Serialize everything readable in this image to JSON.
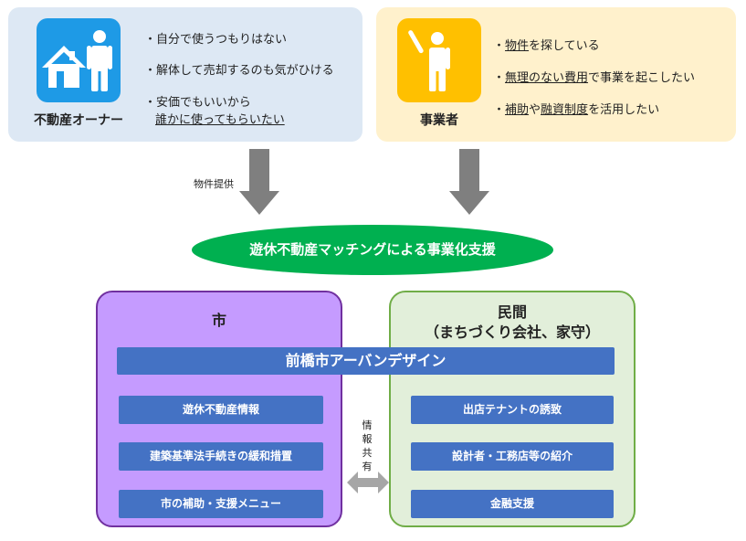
{
  "owner": {
    "label": "不動産オーナー",
    "bullets": [
      {
        "parts": [
          {
            "text": "・自分で使うつもりはない",
            "u": false
          }
        ]
      },
      {
        "parts": [
          {
            "text": "・解体して売却するのも気がひける",
            "u": false
          }
        ]
      },
      {
        "parts": [
          {
            "text": "・安価でもいいから",
            "u": false
          }
        ]
      },
      {
        "parts": [
          {
            "text": "誰かに使ってもらいたい",
            "u": true
          }
        ]
      }
    ]
  },
  "business": {
    "label": "事業者",
    "bullets": [
      {
        "parts": [
          {
            "text": "・",
            "u": false
          },
          {
            "text": "物件",
            "u": true
          },
          {
            "text": "を探している",
            "u": false
          }
        ]
      },
      {
        "parts": [
          {
            "text": "・",
            "u": false
          },
          {
            "text": "無理のない費用",
            "u": true
          },
          {
            "text": "で事業を起こしたい",
            "u": false
          }
        ]
      },
      {
        "parts": [
          {
            "text": "・",
            "u": false
          },
          {
            "text": "補助",
            "u": true
          },
          {
            "text": "や",
            "u": false
          },
          {
            "text": "融資制度",
            "u": true
          },
          {
            "text": "を活用したい",
            "u": false
          }
        ]
      }
    ]
  },
  "arrows": {
    "property_label": "物件提供",
    "info_share_label": [
      "情",
      "報",
      "共",
      "有"
    ]
  },
  "banner": {
    "text": "遊休不動産マッチングによる事業化支援"
  },
  "city": {
    "title": "市",
    "items": [
      "遊休不動産情報",
      "建築基準法手続きの緩和措置",
      "市の補助・支援メニュー"
    ]
  },
  "private": {
    "title_line1": "民間",
    "title_line2": "（まちづくり会社、家守）",
    "items": [
      "出店テナントの誘致",
      "設計者・工務店等の紹介",
      "金融支援"
    ]
  },
  "shared_bar": {
    "text": "前橋市アーバンデザイン"
  },
  "colors": {
    "owner_panel": "#dde8f4",
    "owner_icon": "#1e9ae6",
    "business_panel": "#fff1cc",
    "business_icon": "#ffc000",
    "arrow": "#7f7f7f",
    "banner": "#00b050",
    "city_fill": "#c59bff",
    "city_border": "#7030a0",
    "private_fill": "#e2efda",
    "private_border": "#70ad47",
    "bar": "#4472c4"
  },
  "icons": {
    "owner": [
      "house-icon",
      "person-icon"
    ],
    "business": [
      "person-raising-hand-icon"
    ]
  }
}
